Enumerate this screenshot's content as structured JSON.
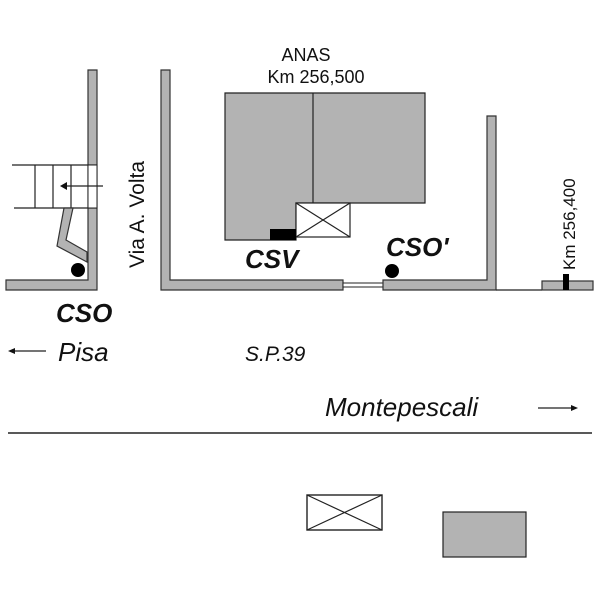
{
  "labels": {
    "anas": "ANAS",
    "km_500": "Km 256,500",
    "km_400": "Km 256,400",
    "street": "Via A. Volta",
    "cso": "CSO",
    "csv": "CSV",
    "cso_prime": "CSO'",
    "pisa": "Pisa",
    "road": "S.P.39",
    "montepescali": "Montepescali"
  },
  "colors": {
    "fill": "#b3b3b3",
    "stroke": "#222222",
    "background": "#ffffff"
  }
}
